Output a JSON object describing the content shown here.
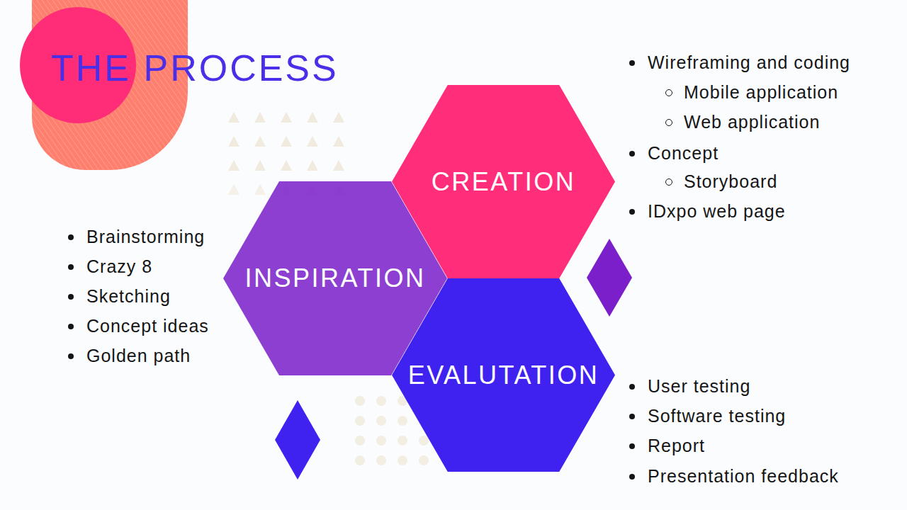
{
  "diagram": {
    "title": "THE PROCESS",
    "nodes": [
      {
        "text": [
          "INSPIRATION"
        ]
      },
      {
        "text": [
          "CREATION"
        ]
      },
      {
        "text": [
          "EVALUTATION"
        ]
      }
    ],
    "labels": [
      "Wireframing and coding",
      "Mobile application",
      "Web application",
      "Concept",
      "Storyboard",
      "IDxpo web page",
      "Brainstorming",
      "Crazy 8",
      "Sketching",
      "Concept ideas",
      "Golden path",
      "User testing",
      "Software testing",
      "Report",
      "Presentation feedback"
    ]
  }
}
